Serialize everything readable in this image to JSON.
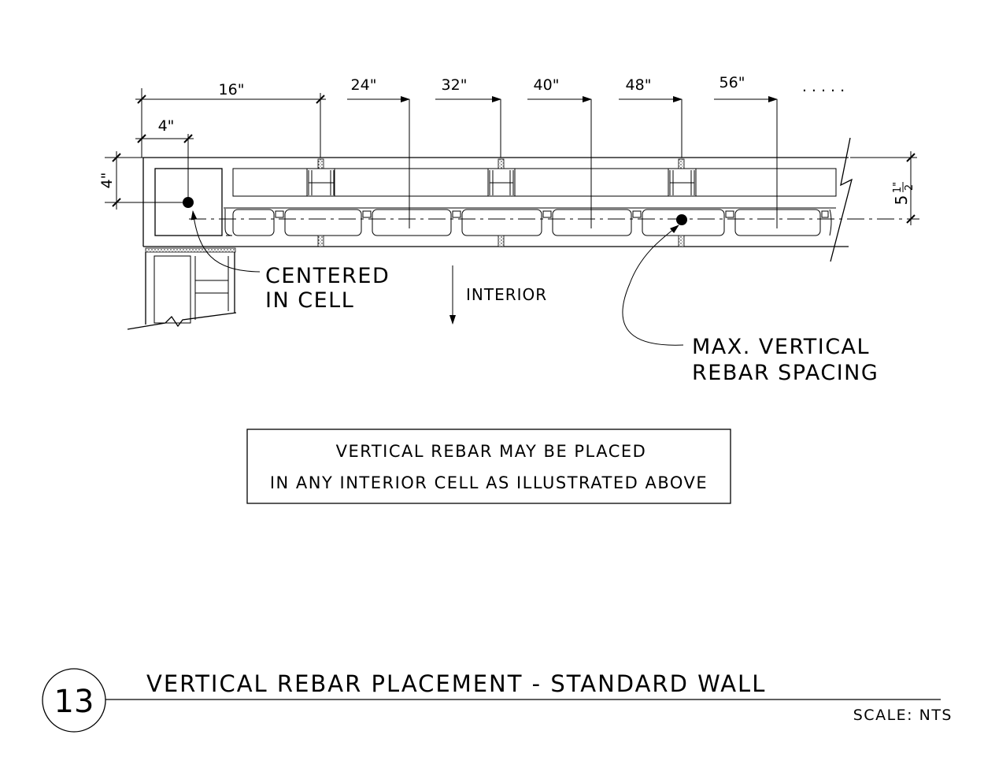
{
  "dimensions": {
    "top": [
      "16\"",
      "24\"",
      "32\"",
      "40\"",
      "48\"",
      "56\""
    ],
    "continuation": ". . . . .",
    "cell_offset": "4\"",
    "side_left": "4\"",
    "side_right_whole": "5",
    "side_right_num": "1\"",
    "side_right_den": "2"
  },
  "callouts": {
    "centered_line1": "CENTERED",
    "centered_line2": "IN CELL",
    "interior": "INTERIOR",
    "max_line1": "MAX. VERTICAL",
    "max_line2": "REBAR SPACING"
  },
  "note": {
    "line1": "VERTICAL REBAR MAY BE PLACED",
    "line2": "IN ANY INTERIOR CELL AS ILLUSTRATED ABOVE"
  },
  "title_block": {
    "detail_number": "13",
    "title": "VERTICAL REBAR PLACEMENT - STANDARD WALL",
    "scale": "SCALE: NTS"
  }
}
